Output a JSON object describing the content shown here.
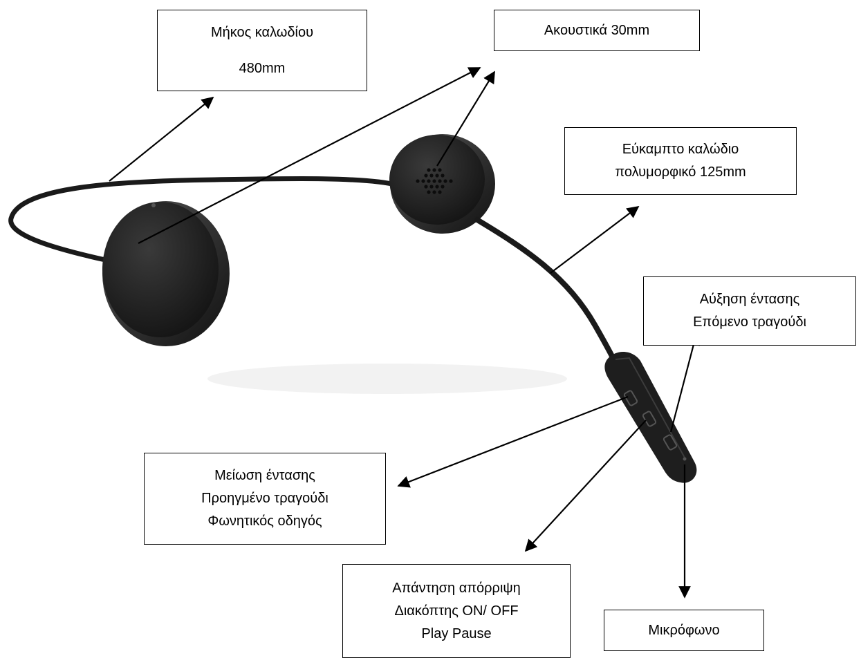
{
  "callouts": {
    "cable_length": [
      "Μήκος καλωδίου",
      "480mm"
    ],
    "speakers": [
      "Ακουστικά 30mm"
    ],
    "flex_cable": [
      "Εύκαμπτο καλώδιο",
      "πολυμορφικό 125mm"
    ],
    "volume_up": [
      "Αύξηση έντασης",
      "Επόμενο τραγούδι"
    ],
    "volume_down": [
      "Μείωση έντασης",
      "Προηγμένο τραγούδι",
      "Φωνητικός οδηγός"
    ],
    "answer_power": [
      "Απάντηση απόρριψη",
      "Διακόπτης ON/ OFF",
      "Play Pause"
    ],
    "microphone": [
      "Μικρόφωνο"
    ]
  },
  "colors": {
    "headset_body": "#1e1e1e",
    "headset_highlight": "#3c3c3c",
    "arrow": "#000000",
    "background": "#ffffff"
  }
}
